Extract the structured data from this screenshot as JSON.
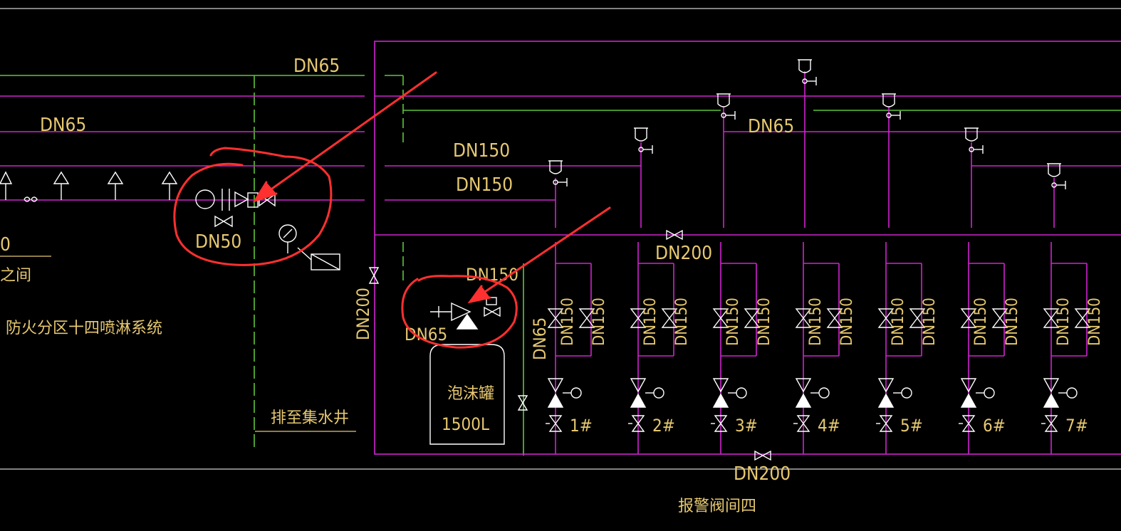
{
  "labels": {
    "dn65_top": "DN65",
    "dn65_left": "DN65",
    "dn65_right": "DN65",
    "dn150_a": "DN150",
    "dn150_b": "DN150",
    "dn150_c": "DN150",
    "dn50": "DN50",
    "dn200_mid": "DN200",
    "dn200_bottom": "DN200",
    "dn200_vert": "DN200",
    "dn65_v1": "DN65",
    "dn65_v2": "DN65",
    "left_zero": "0",
    "left_room": "之间",
    "left_system": "防火分区十四喷淋系统",
    "drain": "排至集水井",
    "tank_name": "泡沫罐",
    "tank_volume": "1500L",
    "room": "报警阀间四"
  },
  "valve_units": [
    {
      "id": "1#",
      "dn_a": "DN150",
      "dn_b": "DN150"
    },
    {
      "id": "2#",
      "dn_a": "DN150",
      "dn_b": "DN150"
    },
    {
      "id": "3#",
      "dn_a": "DN150",
      "dn_b": "DN150"
    },
    {
      "id": "4#",
      "dn_a": "DN150",
      "dn_b": "DN150"
    },
    {
      "id": "5#",
      "dn_a": "DN150",
      "dn_b": "DN150"
    },
    {
      "id": "6#",
      "dn_a": "DN150",
      "dn_b": "DN150"
    },
    {
      "id": "7#",
      "dn_a": "DN150",
      "dn_b": "DN150"
    }
  ],
  "colors": {
    "background": "#000000",
    "pipe_magenta": "#d024d0",
    "pipe_green": "#5ec63a",
    "symbol_white": "#ffffff",
    "label_yellow": "#e6c870",
    "markup_red": "#ff3030",
    "frame_line": "#cfcfcf"
  }
}
